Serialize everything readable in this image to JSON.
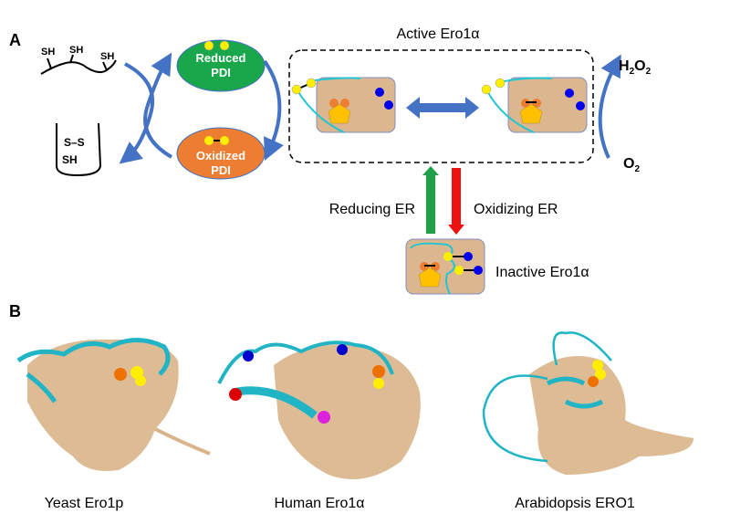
{
  "panel_a": {
    "label": "A",
    "thiol_labels": [
      "SH",
      "SH",
      "SH"
    ],
    "disulfide_label": "S–S",
    "free_thiol_label": "SH",
    "reduced_pdi": {
      "line1": "Reduced",
      "line2": "PDI"
    },
    "oxidized_pdi": {
      "line1": "Oxidized",
      "line2": "PDI"
    },
    "active_title": "Active Ero1α",
    "h2o2": {
      "main": "H",
      "sub1": "2",
      "mid": "O",
      "sub2": "2"
    },
    "o2": {
      "main": "O",
      "sub": "2"
    },
    "reducing_label": "Reducing ER",
    "oxidizing_label": "Oxidizing ER",
    "inactive_label": "Inactive Ero1α"
  },
  "panel_b": {
    "label": "B",
    "structures": [
      {
        "name": "Yeast Ero1p"
      },
      {
        "name": "Human Ero1α"
      },
      {
        "name": "Arabidopsis ERO1"
      }
    ]
  },
  "colors": {
    "reduced": "#1aa64b",
    "oxidized": "#ed7d31",
    "arrow": "#4472c4",
    "box": "#dcb68e",
    "loop": "#21c6d2",
    "cys": "#ffee00",
    "blue": "#0000ee",
    "fad": "#ffc000",
    "up": "#1ea04a",
    "down": "#ee1111"
  }
}
